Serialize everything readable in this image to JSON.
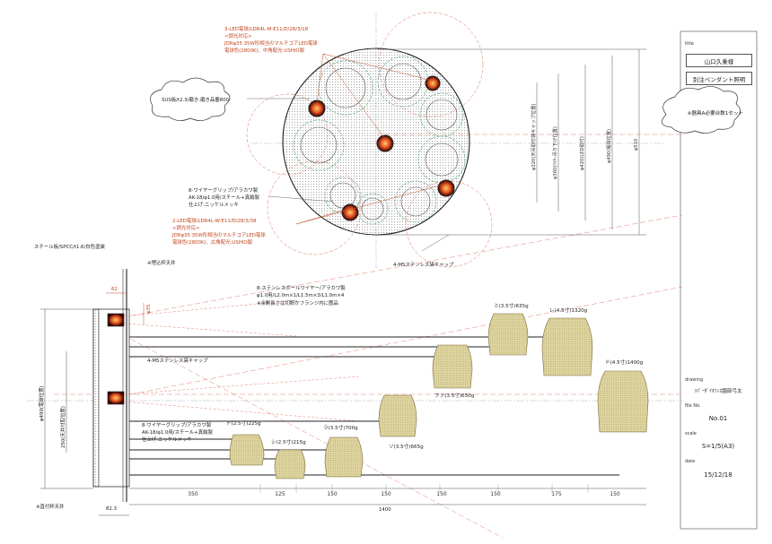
{
  "title_block": {
    "title_label": "title",
    "client": "山口久乗様",
    "product": "別注ペンダント照明",
    "note": "※器具A必要台数1セット",
    "drawing_label": "drawing",
    "drawing_name": "ｿﾊﾞｰﾀﾞｲｵﾌｨｽ園部弓太",
    "file_label": "file No.",
    "file_no": "No.01",
    "scale_label": "scale",
    "scale": "S=1/5(A3)",
    "date_label": "date",
    "date": "15/12/18"
  },
  "plan": {
    "led3_lines": [
      "3-LED電球/LDR4L-M-E11/D/28/3/18",
      "<調光対応>",
      "JDRφ35 35W形相当のマルチコアLED電球",
      "電球色(2800K)、中角配光:USHIO製"
    ],
    "sus_plate": "SUS板/t2.3/磨き:磨き品番800",
    "wire_grip_lines": [
      "8-ワイヤーグリップ/アラカワ製",
      "AK-18/φ1.0用/スチール+真鍮製",
      "仕上げ:ニッケルメッキ"
    ],
    "led2_lines": [
      "2-LED電球/LDR4L-W-E11/D/28/3/38",
      "<調光対応>",
      "JDRφ35 35W形相当のマルチコアLED電球",
      "電球色(2800K)、広角配光:USHIO製"
    ],
    "cap_label": "4-M5ステンレス袋キャップ",
    "dims": [
      "φ320(天吊取付袋キャップ位置)",
      "φ360(ﾜｲﾔｰ吊り下げ位置)",
      "φ420(LED取付)",
      "φ490(電球位置)",
      "φ510"
    ]
  },
  "elevation": {
    "steel_plate": "スチール板/SPCC/t1.6/白色塗装",
    "ceiling_note": "※埋込枠天井",
    "dim_62": "62",
    "dim_35": "φ35",
    "wire_lines": [
      "8-ステンレスボールワイヤー/アラカワ製",
      "φ1.0用/L2.0m×1/L1.5m×3/L1.0m×4",
      "※余剰長さは切断かフランジ内に箇品"
    ],
    "cap_label": "4-M5ステンレス袋キャップ",
    "wire_grip_lines": [
      "8-ワイヤーグリップ/アラカワ製",
      "AK-18/φ1.0用/スチール+真鍮製",
      "仕上げ:ニッケルメッキ"
    ],
    "dim_vertical_outer": "φ490(電球位置)",
    "dim_vertical_inner": "250(天井付取位置)",
    "wall_note": "※直付枠天井",
    "dim_82": "82.3",
    "total": "1400",
    "bottom_dims": [
      "350",
      "125",
      "150",
      "150",
      "150",
      "150",
      "175",
      "150"
    ],
    "bells": [
      {
        "label": "ド(2.5寸)225g"
      },
      {
        "label": "シ(2.5寸)215g"
      },
      {
        "label": "ラ(3.5寸)700g"
      },
      {
        "label": "ソ(3.5寸)665g"
      },
      {
        "label": "ファ(3.5寸)650g"
      },
      {
        "label": "ミ(3.5寸)635g"
      },
      {
        "label": "レ(4.5寸)1320g"
      },
      {
        "label": "ド(4.5寸)1400g"
      }
    ]
  }
}
